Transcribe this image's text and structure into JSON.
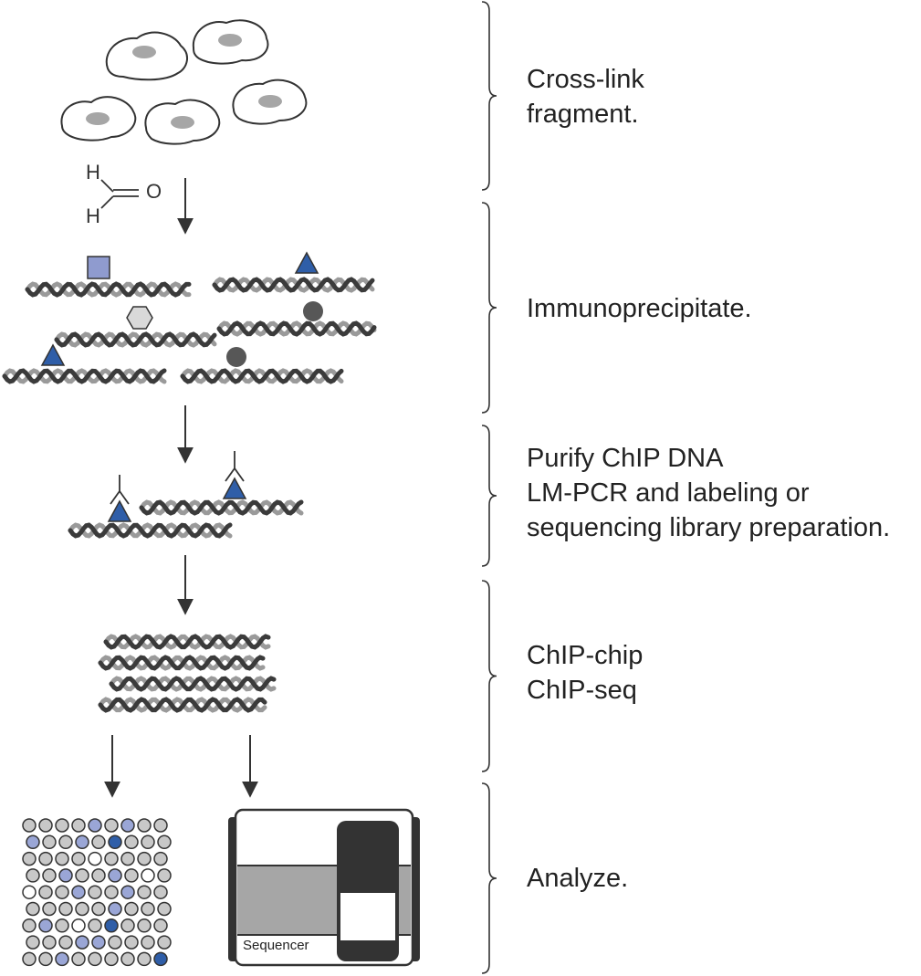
{
  "steps": [
    {
      "lines": [
        "Cross-link",
        "fragment."
      ]
    },
    {
      "lines": [
        "Immunoprecipitate."
      ]
    },
    {
      "lines": [
        "Purify ChIP DNA",
        "LM-PCR and labeling or",
        "sequencing library preparation."
      ]
    },
    {
      "lines": [
        "ChIP-chip",
        "ChIP-seq"
      ]
    },
    {
      "lines": [
        "Analyze."
      ]
    }
  ],
  "formaldehyde": {
    "h_top": "H",
    "h_bottom": "H",
    "o": "O"
  },
  "sequencer_label": "Sequencer",
  "colors": {
    "ink": "#333333",
    "cell_fill": "#ffffff",
    "nucleus": "#a6a6a6",
    "square_protein": "#8f9bcf",
    "triangle_protein": "#2f5ea8",
    "hexagon_protein": "#d9d9d9",
    "circle_protein": "#575757",
    "dna_dark": "#3b3b3b",
    "dna_light": "#9a9a9a",
    "array_gray": "#c8c8c8",
    "array_light_blue": "#9aa6d6",
    "array_dark_blue": "#2f5ea8",
    "array_white": "#ffffff",
    "sequencer_gray": "#a6a6a6"
  },
  "icons": [
    "cell-icon",
    "formaldehyde-icon",
    "dna-helix-icon",
    "antibody-icon",
    "microarray-icon",
    "sequencer-icon",
    "brace-icon",
    "arrow-icon"
  ]
}
